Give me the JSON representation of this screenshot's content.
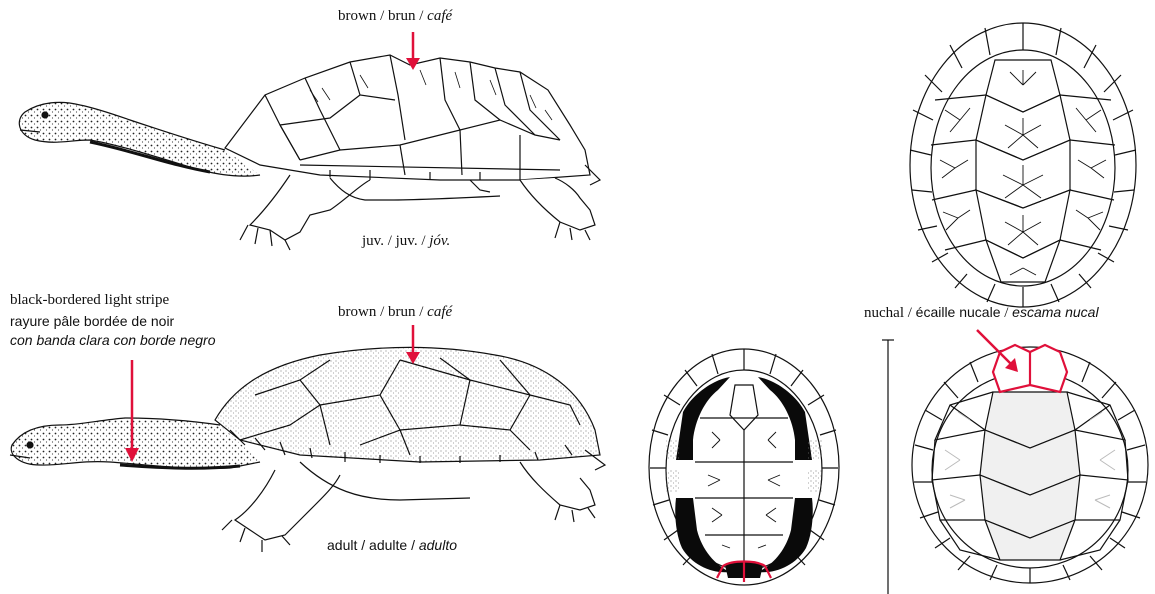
{
  "labels": {
    "top_color": {
      "en": "brown",
      "fr": "brun",
      "es": "café"
    },
    "top_age": {
      "en": "juv.",
      "fr": "juv.",
      "es": "jóv."
    },
    "stripe": {
      "en": "black-bordered light stripe",
      "fr": "rayure pâle bordée de noir",
      "es": "con banda clara con borde negro"
    },
    "bottom_color": {
      "en": "brown",
      "fr": "brun",
      "es": "café"
    },
    "bottom_age": {
      "en": "adult",
      "fr": "adulte",
      "es": "adulto"
    },
    "nuchal": {
      "en": "nuchal",
      "fr": "écaille nucale",
      "es": "escama nucal"
    },
    "sep": " / "
  },
  "colors": {
    "accent": "#e0103a",
    "ink": "#111111",
    "plastron_black": "#0a0a0a"
  }
}
